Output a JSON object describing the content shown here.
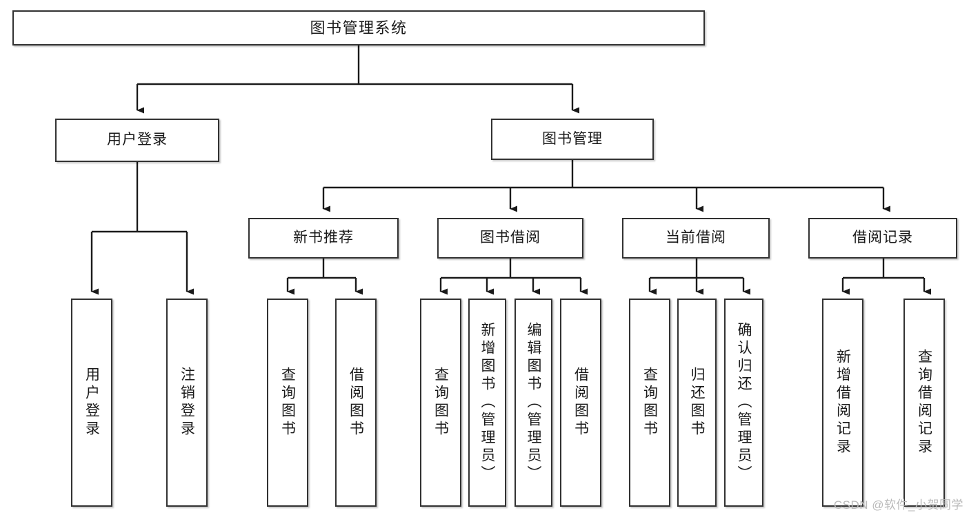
{
  "diagram": {
    "kind": "function-structure-tree",
    "title": "图书管理系统",
    "watermark": "CSDN @软件_小贺同学",
    "colors": {
      "background": "#ffffff",
      "node_fill": "#ffffff",
      "node_border": "#323232",
      "edge": "#1a1a1a",
      "text": "#1a1a1a",
      "watermark": "#b9b9b9"
    },
    "nodes": {
      "root": {
        "label": "图书管理系统"
      },
      "level1": [
        {
          "id": "user-login",
          "label": "用户登录"
        },
        {
          "id": "book-manage",
          "label": "图书管理"
        }
      ],
      "level2": [
        {
          "id": "new-book-recommend",
          "label": "新书推荐"
        },
        {
          "id": "book-borrow",
          "label": "图书借阅"
        },
        {
          "id": "current-borrow",
          "label": "当前借阅"
        },
        {
          "id": "borrow-record",
          "label": "借阅记录"
        }
      ],
      "leaves": {
        "user-login": [
          {
            "id": "leaf-user-login",
            "label": "用户登录"
          },
          {
            "id": "leaf-logout-login",
            "label": "注销登录"
          }
        ],
        "new-book-recommend": [
          {
            "id": "leaf-query-book-1",
            "label": "查询图书"
          },
          {
            "id": "leaf-borrow-book-1",
            "label": "借阅图书"
          }
        ],
        "book-borrow": [
          {
            "id": "leaf-query-book-2",
            "label": "查询图书"
          },
          {
            "id": "leaf-add-book",
            "label": "新增图书（管理员）"
          },
          {
            "id": "leaf-edit-book",
            "label": "编辑图书（管理员）"
          },
          {
            "id": "leaf-borrow-book-2",
            "label": "借阅图书"
          }
        ],
        "current-borrow": [
          {
            "id": "leaf-query-book-3",
            "label": "查询图书"
          },
          {
            "id": "leaf-return-book",
            "label": "归还图书"
          },
          {
            "id": "leaf-confirm-return",
            "label": "确认归还（管理员）"
          }
        ],
        "borrow-record": [
          {
            "id": "leaf-add-record",
            "label": "新增借阅记录"
          },
          {
            "id": "leaf-query-record",
            "label": "查询借阅记录"
          }
        ]
      }
    }
  }
}
